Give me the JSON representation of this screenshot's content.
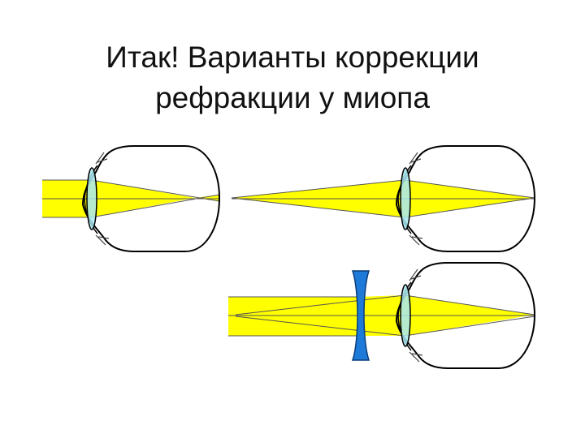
{
  "slide": {
    "title_line1": "Итак! Варианты коррекции",
    "title_line2": "рефракции у миопа"
  },
  "diagram": {
    "panels": [
      {
        "id": "myopic-eye-parallel-rays",
        "focus": "in-front-of-retina"
      },
      {
        "id": "myopic-eye-near-source",
        "focus": "on-retina"
      },
      {
        "id": "myopic-eye-with-concave-lens",
        "focus": "on-retina"
      }
    ],
    "colors": {
      "light_beam": "#ffff00",
      "eye_lens": "#a8e8f0",
      "concave_lens": "#1e7ad8",
      "outline": "#000000",
      "ray_line": "#555555"
    }
  }
}
